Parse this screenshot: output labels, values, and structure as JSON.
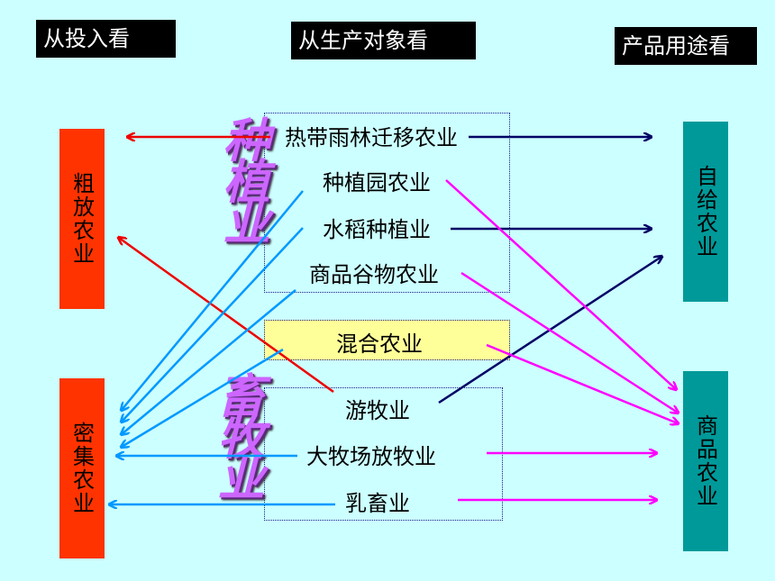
{
  "headers": {
    "input": "从投入看",
    "object": "从生产对象看",
    "use": "产品用途看"
  },
  "left": {
    "extensive": "粗放农业",
    "intensive": "密集农业"
  },
  "right": {
    "self": "自给农业",
    "commercial": "商品农业"
  },
  "groups": {
    "planting": "种植业",
    "livestock": "畜牧业"
  },
  "items": {
    "rainforest": "热带雨林迁移农业",
    "plantation": "种植园农业",
    "rice": "水稻种植业",
    "grain": "商品谷物农业",
    "mixed": "混合农业",
    "nomadic": "游牧业",
    "ranching": "大牧场放牧业",
    "dairy": "乳畜业"
  },
  "colors": {
    "red": "#ee0000",
    "navy": "#000066",
    "magenta": "#ff00ff",
    "blue": "#0099ff"
  }
}
